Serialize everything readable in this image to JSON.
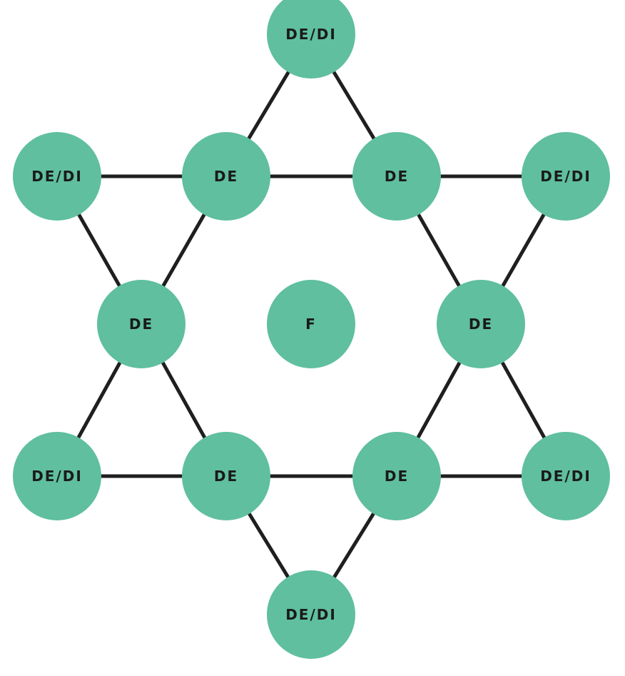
{
  "colors": {
    "node_fill": "#5fbf9f",
    "edge_stroke": "#1f1f1f",
    "label_text": "#1a1a1a",
    "background": "#ffffff"
  },
  "nodes": [
    {
      "id": "n-top",
      "label": "DE/DI"
    },
    {
      "id": "n-upper-left-outer",
      "label": "DE/DI"
    },
    {
      "id": "n-upper-left-inner",
      "label": "DE"
    },
    {
      "id": "n-upper-right-inner",
      "label": "DE"
    },
    {
      "id": "n-upper-right-outer",
      "label": "DE/DI"
    },
    {
      "id": "n-mid-left",
      "label": "DE"
    },
    {
      "id": "n-center",
      "label": "F"
    },
    {
      "id": "n-mid-right",
      "label": "DE"
    },
    {
      "id": "n-lower-left-outer",
      "label": "DE/DI"
    },
    {
      "id": "n-lower-left-inner",
      "label": "DE"
    },
    {
      "id": "n-lower-right-inner",
      "label": "DE"
    },
    {
      "id": "n-lower-right-outer",
      "label": "DE/DI"
    },
    {
      "id": "n-bottom",
      "label": "DE/DI"
    }
  ],
  "edges": [
    [
      "n-top",
      "n-upper-left-inner"
    ],
    [
      "n-top",
      "n-upper-right-inner"
    ],
    [
      "n-upper-left-outer",
      "n-upper-left-inner"
    ],
    [
      "n-upper-left-inner",
      "n-upper-right-inner"
    ],
    [
      "n-upper-right-inner",
      "n-upper-right-outer"
    ],
    [
      "n-upper-left-outer",
      "n-mid-left"
    ],
    [
      "n-upper-left-inner",
      "n-mid-left"
    ],
    [
      "n-upper-right-inner",
      "n-mid-right"
    ],
    [
      "n-upper-right-outer",
      "n-mid-right"
    ],
    [
      "n-mid-left",
      "n-lower-left-outer"
    ],
    [
      "n-mid-left",
      "n-lower-left-inner"
    ],
    [
      "n-mid-right",
      "n-lower-right-inner"
    ],
    [
      "n-mid-right",
      "n-lower-right-outer"
    ],
    [
      "n-lower-left-outer",
      "n-lower-left-inner"
    ],
    [
      "n-lower-left-inner",
      "n-lower-right-inner"
    ],
    [
      "n-lower-right-inner",
      "n-lower-right-outer"
    ],
    [
      "n-lower-left-inner",
      "n-bottom"
    ],
    [
      "n-lower-right-inner",
      "n-bottom"
    ]
  ]
}
